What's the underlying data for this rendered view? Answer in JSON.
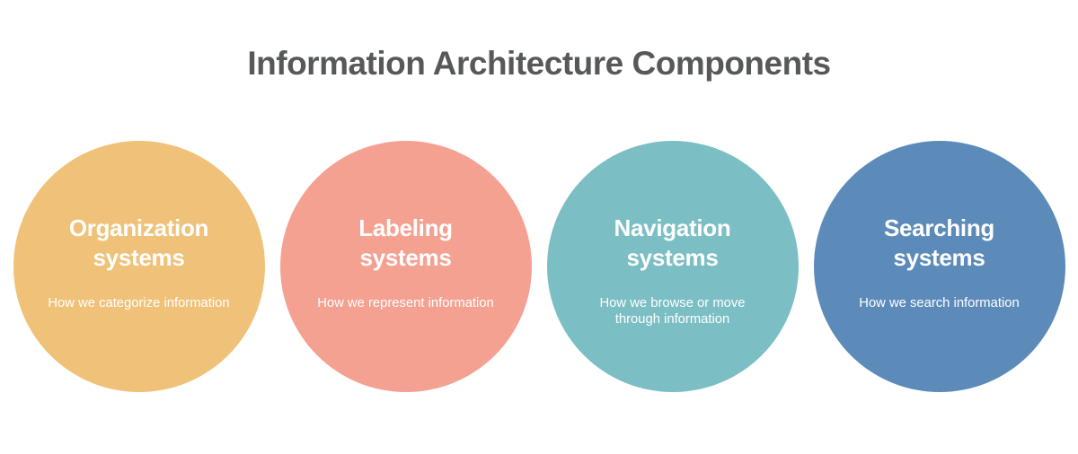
{
  "header": {
    "title": "Information Architecture Components",
    "title_color": "#57585A"
  },
  "circles": [
    {
      "id": "organization-systems",
      "heading": "Organization\nsystems",
      "description": "How we categorize information",
      "color": "#F0C178"
    },
    {
      "id": "labeling-systems",
      "heading": "Labeling\nsystems",
      "description": "How we represent information",
      "color": "#F4A191"
    },
    {
      "id": "navigation-systems",
      "heading": "Navigation\nsystems",
      "description": "How we browse or move\nthrough information",
      "color": "#7BBEC4"
    },
    {
      "id": "searching-systems",
      "heading": "Searching\nsystems",
      "description": "How we search information",
      "color": "#5C8BBA"
    }
  ]
}
